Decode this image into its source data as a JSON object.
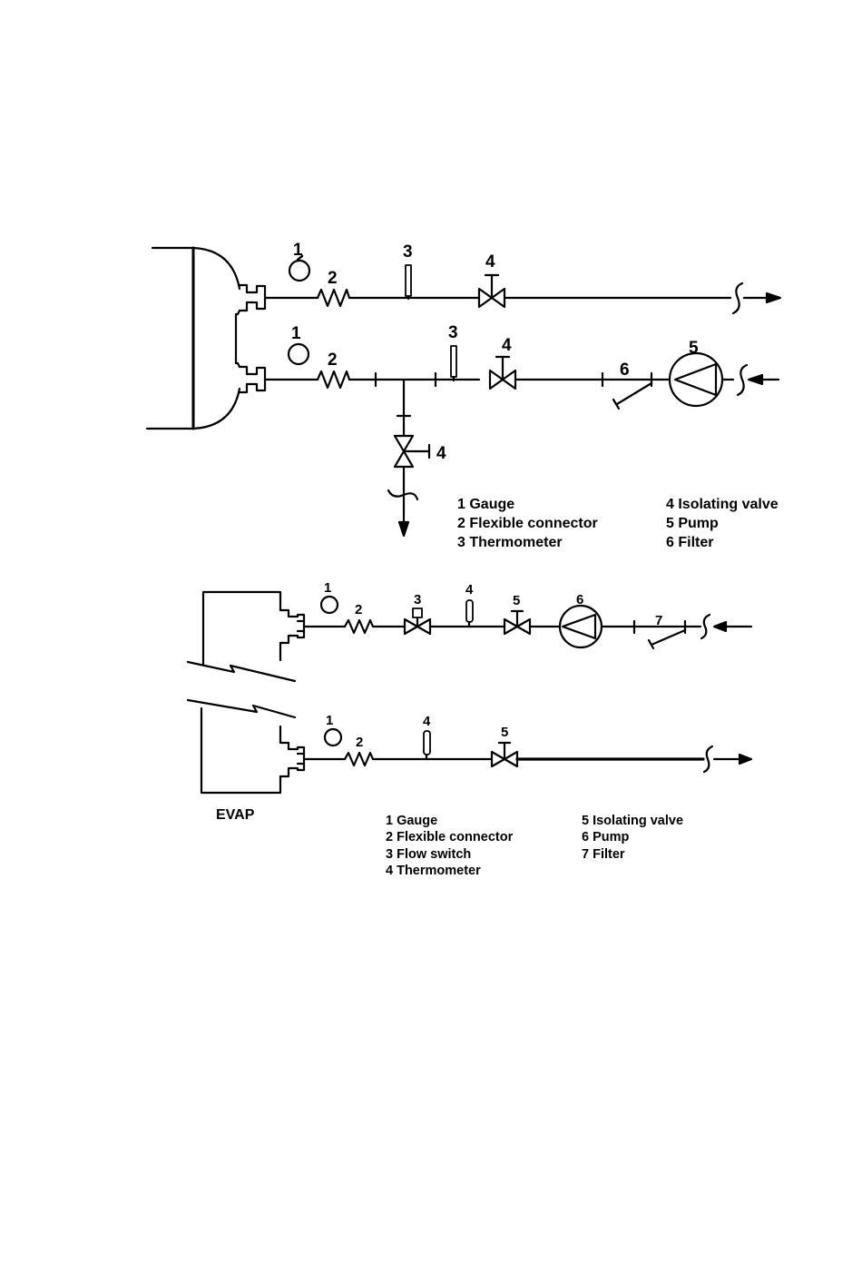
{
  "diagram_top": {
    "labels": {
      "gauge_out": "1",
      "flex_out": "2",
      "thermo_out": "3",
      "valve_out": "4",
      "gauge_in": "1",
      "flex_in": "2",
      "thermo_in": "3",
      "valve_in": "4",
      "filter": "6",
      "pump": "5",
      "drain_valve": "4"
    },
    "legend": [
      "1 Gauge",
      "2 Flexible connector",
      "3 Thermometer",
      "4 Isolating valve",
      "5 Pump",
      "6 Filter"
    ]
  },
  "diagram_bottom": {
    "labels": {
      "gauge_in": "1",
      "flex_in": "2",
      "flow_switch": "3",
      "thermo_in": "4",
      "valve_in": "5",
      "pump": "6",
      "filter": "7",
      "gauge_out": "1",
      "flex_out": "2",
      "thermo_out": "4",
      "valve_out": "5"
    },
    "vessel_label": "EVAP",
    "legend": [
      "1 Gauge",
      "2 Flexible connector",
      "3 Flow switch",
      "4 Thermometer",
      "5 Isolating valve",
      "6 Pump",
      "7 Filter"
    ]
  }
}
